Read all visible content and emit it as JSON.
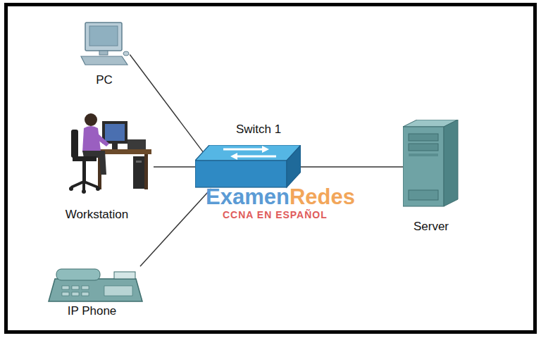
{
  "diagram": {
    "nodes": [
      {
        "text": [
          "PC"
        ]
      },
      {
        "text": [
          "Workstation"
        ]
      },
      {
        "text": [
          "IP Phone"
        ]
      },
      {
        "text": [
          "Switch 1"
        ]
      },
      {
        "text": [
          "Server"
        ]
      }
    ],
    "edges": [
      {
        "from": 0,
        "to": 3,
        "arrow": "none"
      },
      {
        "from": 1,
        "to": 3,
        "arrow": "none"
      },
      {
        "from": 2,
        "to": 3,
        "arrow": "none"
      },
      {
        "from": 3,
        "to": 4,
        "arrow": "none"
      }
    ],
    "labels": [
      "Examen",
      "Redes",
      "CCNA EN ESPAÑOL"
    ]
  }
}
